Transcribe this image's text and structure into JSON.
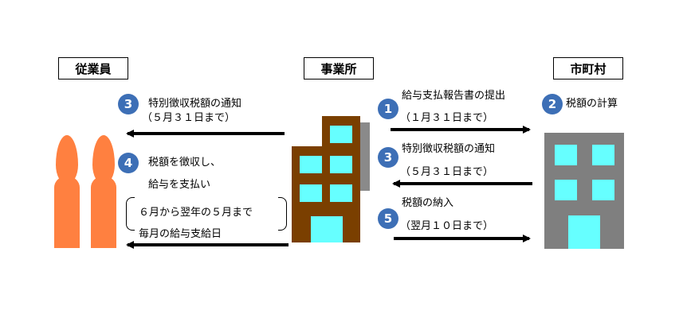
{
  "parties": {
    "employees": "従業員",
    "office": "事業所",
    "municipality": "市町村"
  },
  "steps": [
    {
      "num": "1",
      "label": "給与支払報告書の提出",
      "date": "（１月３１日まで）"
    },
    {
      "num": "2",
      "label": "税額の計算"
    },
    {
      "num": "3",
      "label": "特別徴収税額の通知",
      "date": "（５月３１日まで）"
    },
    {
      "num": "4",
      "line1": "税額を徴収し、",
      "line2": "給与を支払い",
      "period": "６月から翌年の５月まで",
      "line3": "毎月の給与支給日"
    },
    {
      "num": "5",
      "label": "税額の納入",
      "date": "（翌月１０日まで）"
    }
  ],
  "colors": {
    "badge": "#3d6fb6",
    "person": "#ff8040",
    "office_building": "#7a3f00",
    "municipal_building": "#7f7f7f",
    "window": "#66ffff",
    "arrow": "#000000"
  }
}
